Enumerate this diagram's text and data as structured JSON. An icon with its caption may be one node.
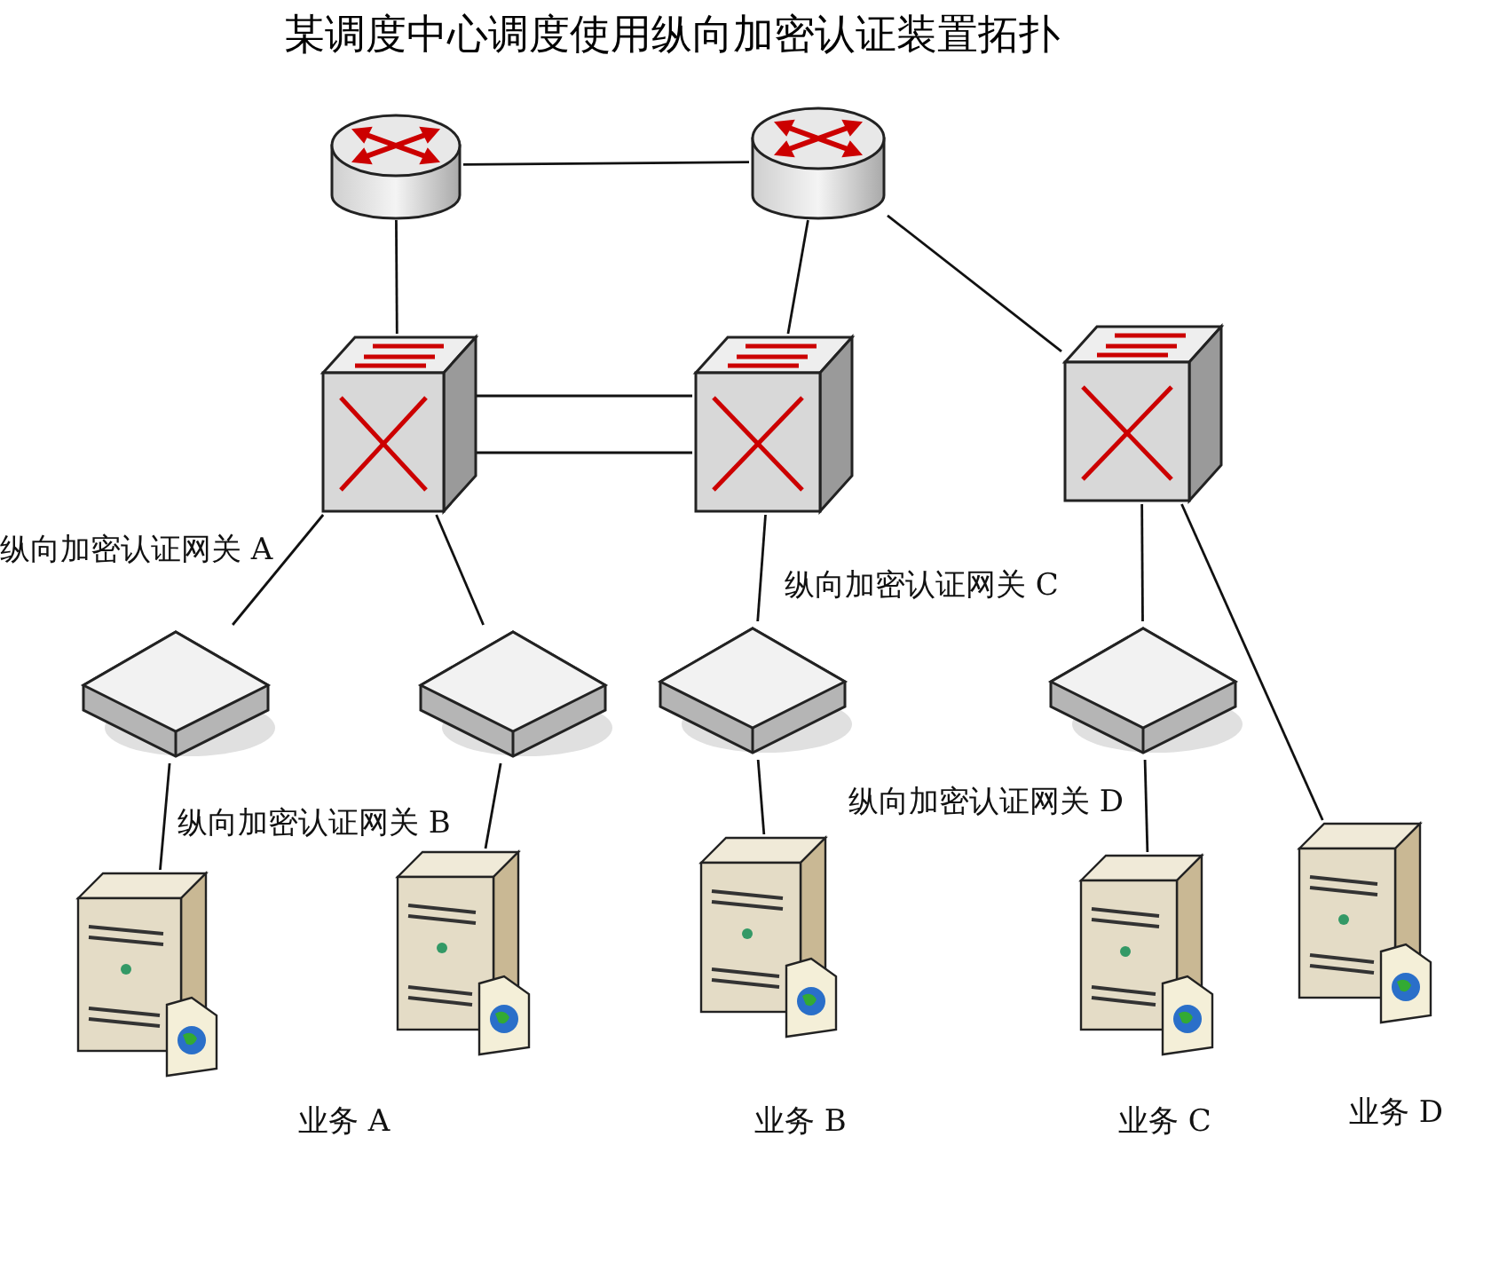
{
  "diagram": {
    "title": "某调度中心调度使用纵向加密认证装置拓扑",
    "nodes": [
      {
        "text": [],
        "shape": "picture"
      },
      {
        "text": [],
        "shape": "picture"
      },
      {
        "text": [],
        "shape": "picture"
      },
      {
        "text": [],
        "shape": "picture"
      },
      {
        "text": [],
        "shape": "picture"
      },
      {
        "text": [],
        "shape": "picture"
      },
      {
        "text": [],
        "shape": "picture"
      },
      {
        "text": [],
        "shape": "picture",
        "beside": [
          "纵向加密认证网关 C"
        ]
      },
      {
        "text": [],
        "shape": "picture",
        "beside": [
          "纵向加密认证网关 D"
        ]
      },
      {
        "text": [],
        "shape": "picture"
      },
      {
        "text": [],
        "shape": "picture"
      },
      {
        "text": [],
        "shape": "picture"
      },
      {
        "text": [],
        "shape": "picture"
      },
      {
        "text": [],
        "shape": "picture"
      }
    ],
    "edges": [
      {
        "from": 0,
        "to": 1,
        "arrow": "none"
      },
      {
        "from": 0,
        "to": 2,
        "arrow": "none"
      },
      {
        "from": 1,
        "to": 3,
        "arrow": "none"
      },
      {
        "from": 1,
        "to": 4,
        "arrow": "none"
      },
      {
        "from": 2,
        "to": 3,
        "arrow": "none"
      },
      {
        "from": 2,
        "to": 3,
        "arrow": "none"
      },
      {
        "from": 2,
        "to": 5,
        "arrow": "none"
      },
      {
        "from": 2,
        "to": 6,
        "arrow": "none"
      },
      {
        "from": 3,
        "to": 7,
        "arrow": "none"
      },
      {
        "from": 4,
        "to": 8,
        "arrow": "none"
      },
      {
        "from": 4,
        "to": 13,
        "arrow": "none"
      },
      {
        "from": 5,
        "to": 9,
        "arrow": "none"
      },
      {
        "from": 6,
        "to": 10,
        "arrow": "none"
      },
      {
        "from": 7,
        "to": 11,
        "arrow": "none"
      },
      {
        "from": 8,
        "to": 12,
        "arrow": "none"
      }
    ],
    "labels": [
      "纵向加密认证网关 A",
      "纵向加密认证网关 B",
      "业务 A",
      "业务 B",
      "业务 C",
      "业务 D"
    ]
  }
}
